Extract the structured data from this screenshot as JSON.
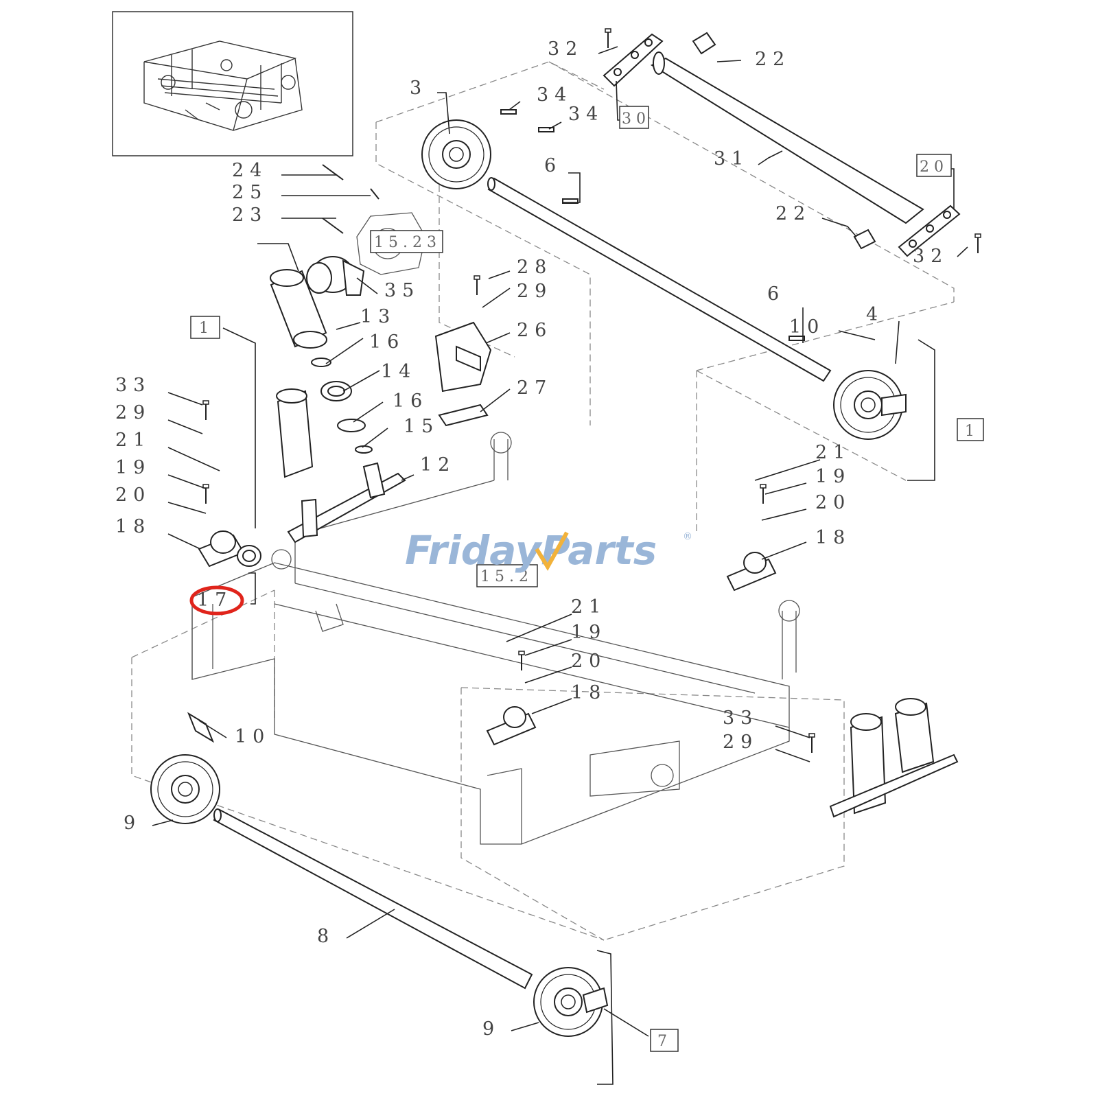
{
  "watermark": {
    "brand_part1": "Friday",
    "brand_part2": "Parts",
    "registered_mark": "®",
    "color": "#9ab6d8",
    "accent": "#f2b23a"
  },
  "highlight": {
    "callout": "17",
    "color": "#e0241b"
  },
  "callouts": {
    "c32a": "32",
    "c22a": "22",
    "c3": "3",
    "c34a": "34",
    "c34b": "34",
    "c30a": "30",
    "c24": "24",
    "c25": "25",
    "c23": "23",
    "c6a": "6",
    "c31": "31",
    "c20box": "20",
    "c22b": "22",
    "c32b": "32",
    "ref15_23": "15.23",
    "c35": "35",
    "c28a": "28",
    "c29a": "29",
    "c13": "13",
    "c1a": "1",
    "c16a": "16",
    "c26": "26",
    "c14": "14",
    "c6b": "6",
    "c10a": "10",
    "c4": "4",
    "c33a": "33",
    "c16b": "16",
    "c27": "27",
    "c29b": "29",
    "c15": "15",
    "c1b": "1",
    "c21a": "21",
    "c12": "12",
    "c21b": "21",
    "c19a": "19",
    "c19b": "19",
    "c20a": "20",
    "c20b": "20",
    "c18a": "18",
    "c18b": "18",
    "ref15_2": "15.2",
    "c17": "17",
    "c21c": "21",
    "c19c": "19",
    "c20c": "20",
    "c18c": "18",
    "c33b": "33",
    "c29c": "29",
    "c10b": "10",
    "c9a": "9",
    "c8": "8",
    "c9b": "9",
    "c7": "7"
  }
}
